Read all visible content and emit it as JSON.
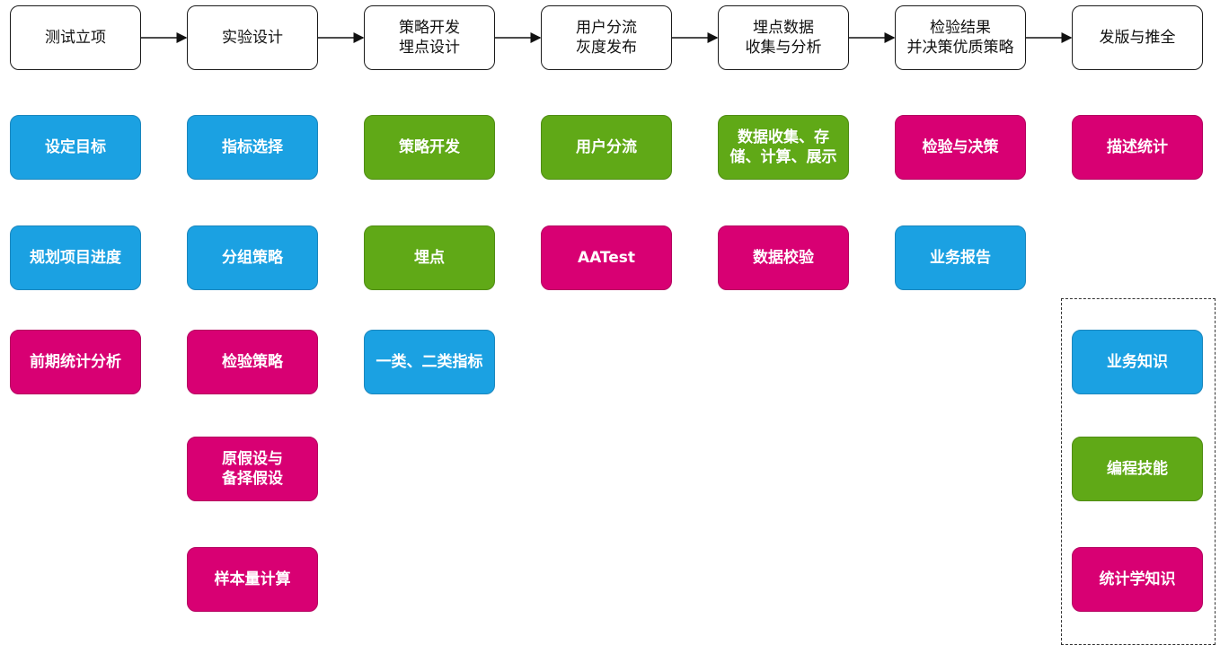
{
  "colors": {
    "blue": "#1ba1e2",
    "green": "#60a917",
    "pink": "#d80073",
    "stage_border": "#1a1a1a"
  },
  "stages": [
    {
      "id": "s1",
      "label": "测试立项"
    },
    {
      "id": "s2",
      "label": "实验设计"
    },
    {
      "id": "s3",
      "label": "策略开发\n埋点设计"
    },
    {
      "id": "s4",
      "label": "用户分流\n灰度发布"
    },
    {
      "id": "s5",
      "label": "埋点数据\n收集与分析"
    },
    {
      "id": "s6",
      "label": "检验结果\n并决策优质策略"
    },
    {
      "id": "s7",
      "label": "发版与推全"
    }
  ],
  "columns": [
    {
      "items": [
        {
          "label": "设定目标",
          "color": "blue"
        },
        {
          "label": "规划项目进度",
          "color": "blue"
        },
        {
          "label": "前期统计分析",
          "color": "pink"
        }
      ]
    },
    {
      "items": [
        {
          "label": "指标选择",
          "color": "blue"
        },
        {
          "label": "分组策略",
          "color": "blue"
        },
        {
          "label": "检验策略",
          "color": "pink"
        },
        {
          "label": "原假设与\n备择假设",
          "color": "pink"
        },
        {
          "label": "样本量计算",
          "color": "pink"
        }
      ]
    },
    {
      "items": [
        {
          "label": "策略开发",
          "color": "green"
        },
        {
          "label": "埋点",
          "color": "green"
        },
        {
          "label": "一类、二类指标",
          "color": "blue"
        }
      ]
    },
    {
      "items": [
        {
          "label": "用户分流",
          "color": "green"
        },
        {
          "label": "AATest",
          "color": "pink"
        }
      ]
    },
    {
      "items": [
        {
          "label": "数据收集、存\n储、计算、展示",
          "color": "green"
        },
        {
          "label": "数据校验",
          "color": "pink"
        }
      ]
    },
    {
      "items": [
        {
          "label": "检验与决策",
          "color": "pink"
        },
        {
          "label": "业务报告",
          "color": "blue"
        }
      ]
    },
    {
      "items": [
        {
          "label": "描述统计",
          "color": "pink"
        }
      ]
    }
  ],
  "skills": [
    {
      "label": "业务知识",
      "color": "blue"
    },
    {
      "label": "编程技能",
      "color": "green"
    },
    {
      "label": "统计学知识",
      "color": "pink"
    }
  ]
}
